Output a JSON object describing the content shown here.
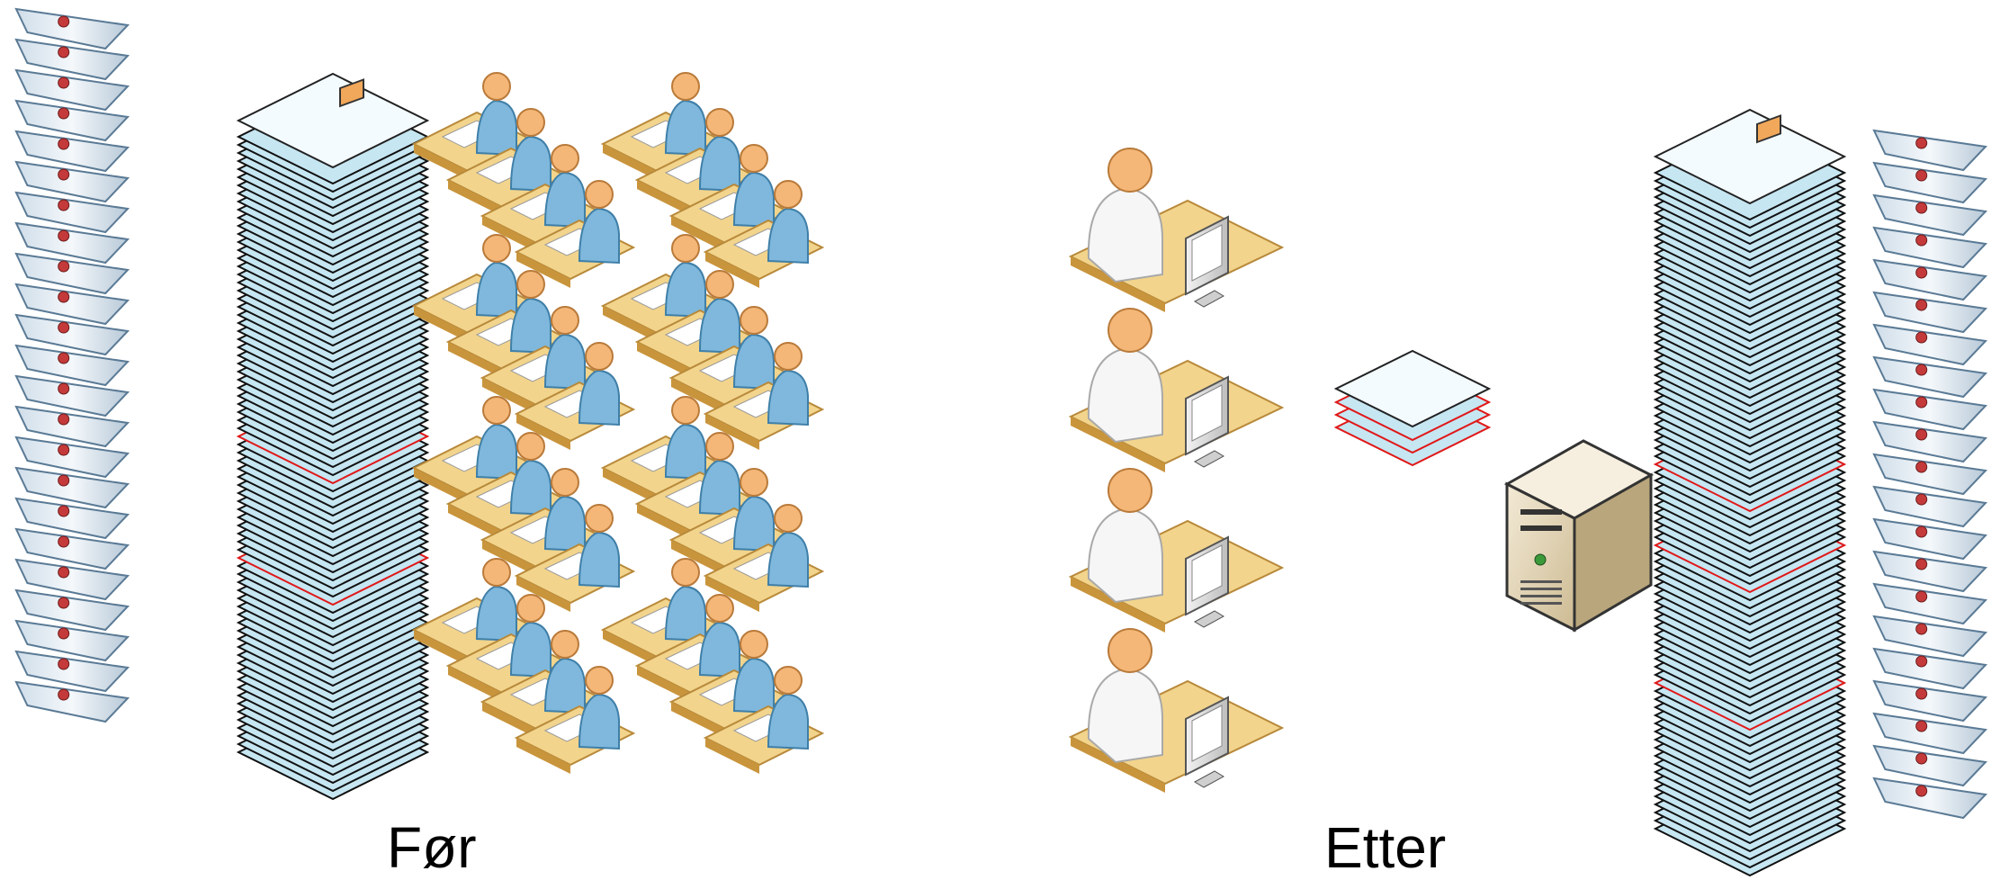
{
  "labels": {
    "before": "Før",
    "after": "Etter"
  },
  "colors": {
    "paper": "#c6e6f2",
    "paper_edge": "#101010",
    "highlight": "#e01818",
    "desk": "#f2d48c",
    "desk_edge": "#b8893a",
    "clerk_body": "#7fb8dc",
    "head": "#f4b777",
    "worker_body": "#f6f6f6",
    "server": "#e9dcc0",
    "ship_hull": "#d6e3ee"
  },
  "before": {
    "clerk_groups": 8,
    "clerks_per_group": 4
  },
  "after": {
    "workers": 4,
    "small_stack_sheets": 3
  }
}
